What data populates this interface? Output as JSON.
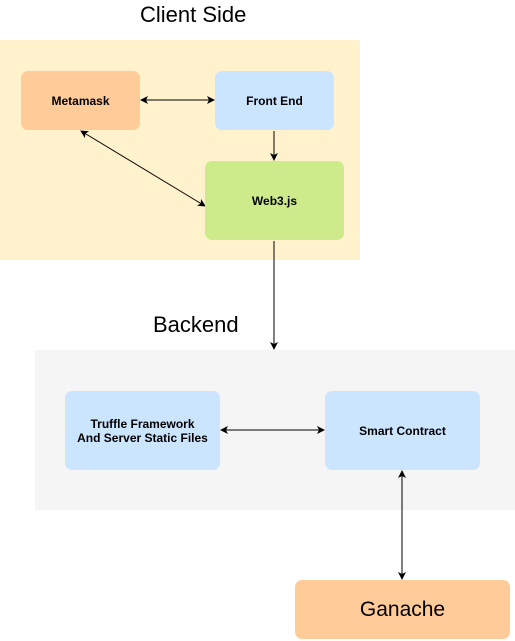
{
  "sections": {
    "client_title": "Client Side",
    "backend_title": "Backend"
  },
  "nodes": {
    "metamask": "Metamask",
    "front_end": "Front End",
    "web3": "Web3.js",
    "truffle": "Truffle Framework\nAnd Server Static Files",
    "smart_contract": "Smart Contract",
    "ganache": "Ganache"
  },
  "edges": [
    {
      "from": "Metamask",
      "to": "Front End",
      "direction": "both"
    },
    {
      "from": "Front End",
      "to": "Web3.js",
      "direction": "forward"
    },
    {
      "from": "Metamask",
      "to": "Web3.js",
      "direction": "both"
    },
    {
      "from": "Web3.js",
      "to": "Backend",
      "direction": "forward"
    },
    {
      "from": "Truffle Framework And Server Static Files",
      "to": "Smart Contract",
      "direction": "both"
    },
    {
      "from": "Smart Contract",
      "to": "Ganache",
      "direction": "both"
    }
  ],
  "colors": {
    "client_region": "#fff2cc",
    "backend_region": "#f5f5f5",
    "orange_node": "#ffcc99",
    "blue_node": "#cce5ff",
    "green_node": "#cdeb8b"
  }
}
